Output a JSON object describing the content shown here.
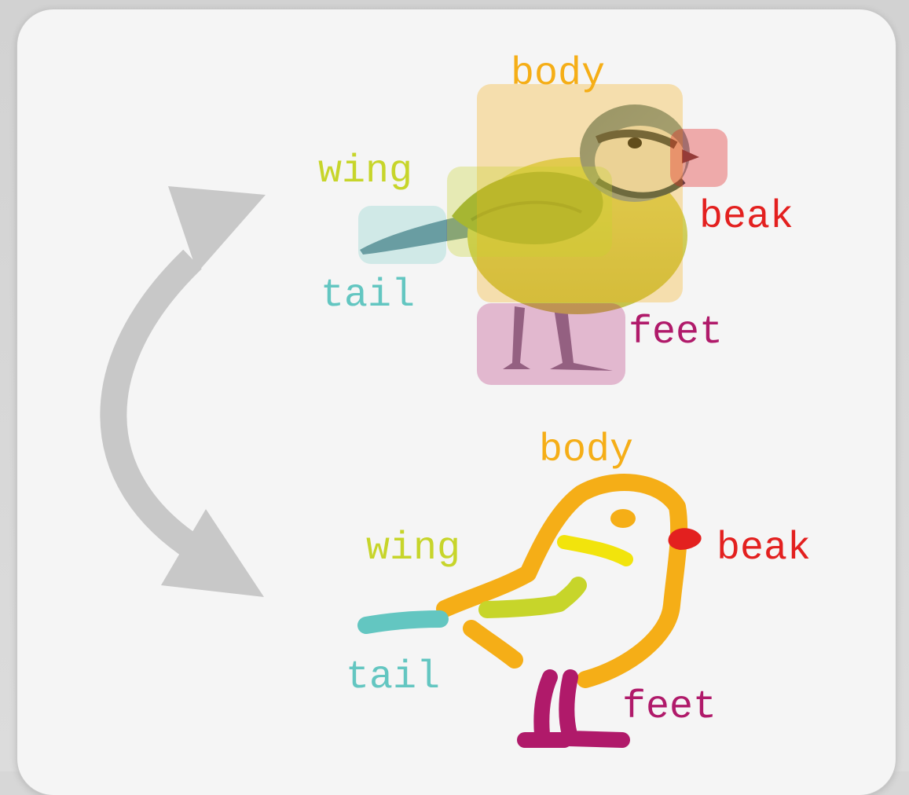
{
  "colors": {
    "body": "#f5ae17",
    "wing": "#c7d52a",
    "beak": "#e3201f",
    "tail": "#63c6c1",
    "feet": "#b01a6a",
    "eye_stroke": "#f2e40c",
    "arrow": "#c8c8c8",
    "card_background": "#f5f5f5"
  },
  "photo_panel": {
    "labels": {
      "body": "body",
      "wing": "wing",
      "beak": "beak",
      "tail": "tail",
      "feet": "feet"
    }
  },
  "sketch_panel": {
    "labels": {
      "body": "body",
      "wing": "wing",
      "beak": "beak",
      "tail": "tail",
      "feet": "feet"
    }
  },
  "arrow": {
    "icon": "double-headed-curved-arrow-icon"
  }
}
